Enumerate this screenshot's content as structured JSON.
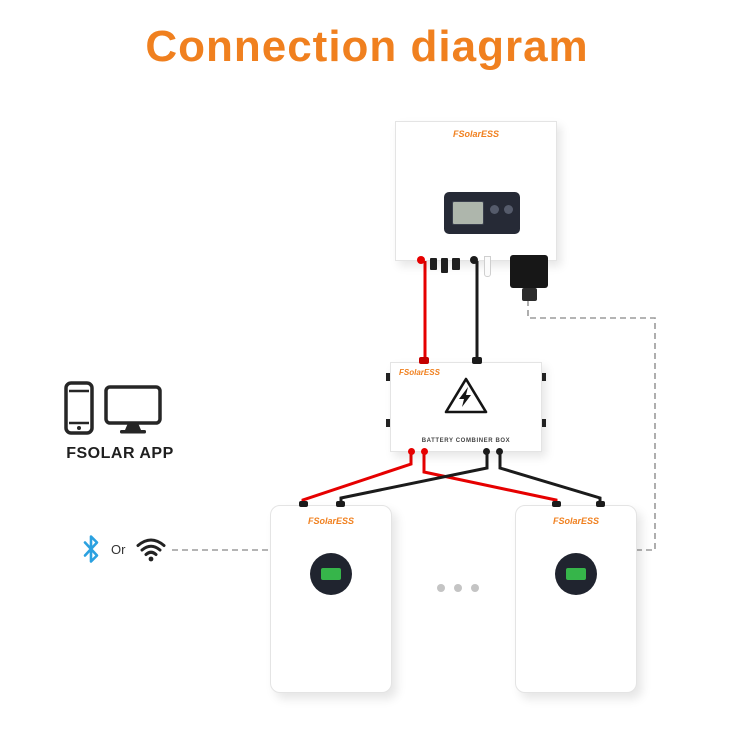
{
  "title": "Connection diagram",
  "brand": "FSolarESS",
  "combiner": {
    "label": "BATTERY COMBINER BOX"
  },
  "app": {
    "label": "FSOLAR APP",
    "or_label": "Or"
  },
  "colors": {
    "accent_orange": "#F0801F",
    "wire_red": "#E60000",
    "wire_black": "#1B1B1B",
    "bluetooth_blue": "#2BA1E0",
    "dashed_gray": "#9B9B9B",
    "display_dark": "#20242F",
    "screen_green": "#36B54A"
  }
}
